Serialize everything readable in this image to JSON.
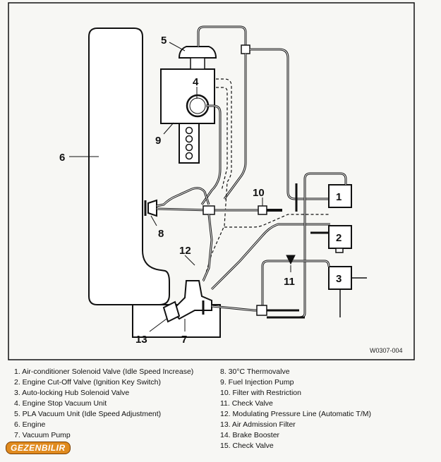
{
  "figure_id": "W0307-004",
  "callouts": {
    "c1": "1",
    "c2": "2",
    "c3": "3",
    "c4": "4",
    "c5": "5",
    "c6": "6",
    "c7": "7",
    "c8": "8",
    "c9": "9",
    "c10": "10",
    "c11": "11",
    "c12": "12",
    "c13": "13"
  },
  "legend_left": [
    "1. Air-conditioner Solenoid Valve (Idle Speed Increase)",
    "2. Engine Cut-Off Valve (Ignition Key Switch)",
    "3. Auto-locking Hub Solenoid Valve",
    "4. Engine Stop Vacuum Unit",
    "5. PLA Vacuum Unit (Idle Speed Adjustment)",
    "6. Engine",
    "7. Vacuum Pump"
  ],
  "legend_right": [
    "8. 30°C Thermovalve",
    "9. Fuel Injection Pump",
    "10. Filter with Restriction",
    "11. Check Valve",
    "12. Modulating Pressure Line (Automatic T/M)",
    "13. Air Admission Filter",
    "14. Brake Booster",
    "15. Check Valve"
  ],
  "watermark": "GEZENBILIR"
}
